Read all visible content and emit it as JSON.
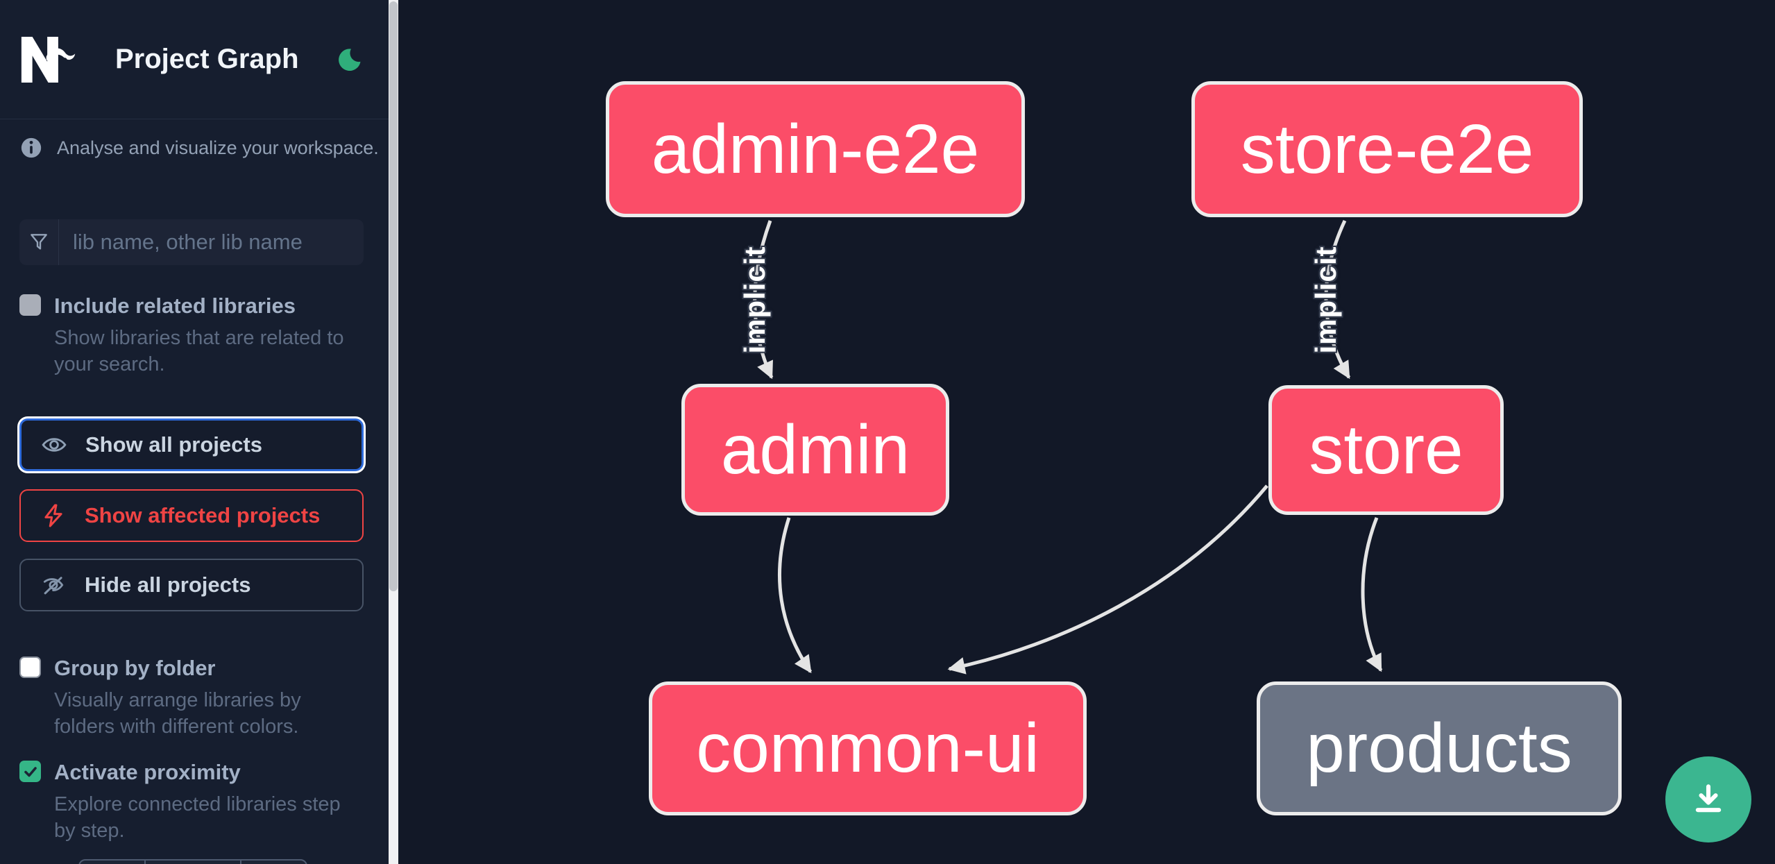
{
  "header": {
    "title": "Project Graph",
    "logo": "nx-logo",
    "theme_toggle_icon": "moon-icon"
  },
  "sidebar": {
    "tagline": "Analyse and visualize your workspace.",
    "search": {
      "placeholder": "lib name, other lib name",
      "icon": "funnel-filter-icon"
    },
    "toggles": [
      {
        "label": "Include related libraries",
        "checked": false,
        "lines": [
          "Show libraries that are related to",
          "your search."
        ]
      },
      {
        "label": "Group by folder",
        "checked": false,
        "lines": [
          "Visually arrange libraries by",
          "folders with different colors."
        ]
      },
      {
        "label": "Activate proximity",
        "checked": true,
        "lines": [
          "Explore connected libraries step",
          "by step."
        ]
      }
    ],
    "buttons": [
      {
        "label": "Show all projects",
        "icon": "eye-icon",
        "state": "focused"
      },
      {
        "label": "Show affected projects",
        "icon": "lightning-bolt-icon",
        "state": "affected"
      },
      {
        "label": "Hide all projects",
        "icon": "eye-off-icon",
        "state": "default"
      }
    ]
  },
  "graph": {
    "nodes": [
      {
        "id": "admin-e2e",
        "label": "admin-e2e",
        "color": "pink"
      },
      {
        "id": "store-e2e",
        "label": "store-e2e",
        "color": "pink"
      },
      {
        "id": "admin",
        "label": "admin",
        "color": "pink"
      },
      {
        "id": "store",
        "label": "store",
        "color": "pink"
      },
      {
        "id": "common-ui",
        "label": "common-ui",
        "color": "pink"
      },
      {
        "id": "products",
        "label": "products",
        "color": "gray"
      }
    ],
    "edges": [
      {
        "source": "admin-e2e",
        "target": "admin",
        "label": "implicit"
      },
      {
        "source": "store-e2e",
        "target": "store",
        "label": "implicit"
      },
      {
        "source": "admin",
        "target": "common-ui",
        "label": ""
      },
      {
        "source": "store",
        "target": "common-ui",
        "label": ""
      },
      {
        "source": "store",
        "target": "products",
        "label": ""
      }
    ]
  },
  "fab": {
    "icon": "download-icon"
  },
  "colors": {
    "canvas_bg": "#121827",
    "sidebar_bg": "#161e2f",
    "node_pink": "#fb4d68",
    "node_gray": "#6b7485",
    "node_border": "#ececec",
    "edge": "#e4e4e4",
    "accent_green": "#3bb690",
    "affected_red": "#ef4444",
    "focus_blue": "#2e6bdb",
    "muted_text": "#5d6b82",
    "slate_text": "#93a1b5"
  }
}
